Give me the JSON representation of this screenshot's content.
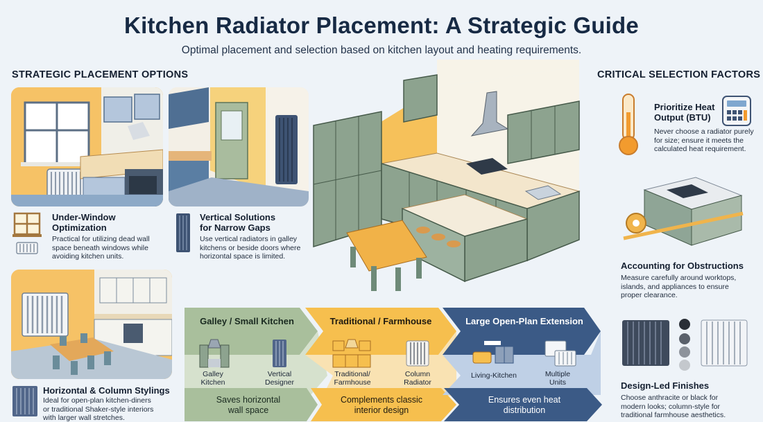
{
  "header": {
    "title": "Kitchen Radiator Placement: A Strategic Guide",
    "subtitle": "Optimal placement and selection based on kitchen layout and heating requirements."
  },
  "left": {
    "heading": "STRATEGIC PLACEMENT OPTIONS",
    "items": [
      {
        "title_1": "Under-Window",
        "title_2": "Optimization",
        "desc_1": "Practical for utilizing dead wall",
        "desc_2": "space beneath windows while",
        "desc_3": "avoiding kitchen units."
      },
      {
        "title_1": "Vertical Solutions",
        "title_2": "for Narrow Gaps",
        "desc_1": "Use vertical radiators in galley",
        "desc_2": "kitchens or beside doors where",
        "desc_3": "horizontal space is limited."
      },
      {
        "title_1": "Horizontal & Column Stylings",
        "desc_1": "Ideal for open-plan kitchen-diners",
        "desc_2": "or traditional Shaker-style interiors",
        "desc_3": "with larger wall stretches."
      }
    ]
  },
  "right": {
    "heading": "CRITICAL SELECTION FACTORS",
    "items": [
      {
        "title_1": "Prioritize Heat",
        "title_2": "Output (BTU)",
        "desc_1": "Never choose a radiator purely",
        "desc_2": "for size; ensure it meets the",
        "desc_3": "calculated heat requirement."
      },
      {
        "title_1": "Accounting for Obstructions",
        "desc_1": "Measure carefully around worktops,",
        "desc_2": "islands, and appliances to ensure",
        "desc_3": "proper clearance."
      },
      {
        "title_1": "Design-Led Finishes",
        "desc_1": "Choose anthracite or black for",
        "desc_2": "modern looks; column-style for",
        "desc_3": "traditional farmhouse aesthetics."
      }
    ]
  },
  "bands": [
    {
      "title": "Galley / Small Kitchen",
      "label_a_1": "Galley",
      "label_a_2": "Kitchen",
      "label_b_1": "Vertical",
      "label_b_2": "Designer",
      "foot_1": "Saves horizontal",
      "foot_2": "wall space"
    },
    {
      "title": "Traditional / Farmhouse",
      "label_a_1": "Traditional/",
      "label_a_2": "Farmhouse",
      "label_b_1": "Column",
      "label_b_2": "Radiator",
      "foot_1": "Complements classic",
      "foot_2": "interior design"
    },
    {
      "title": "Large Open-Plan Extension",
      "label_a_1": "Living-Kitchen",
      "label_b_1": "Multiple",
      "label_b_2": "Units",
      "foot_1": "Ensures even heat",
      "foot_2": "distribution"
    }
  ],
  "colors": {
    "accent_yellow": "#f6bf4e",
    "sage": "#8fa390",
    "navy": "#3b5a86",
    "text_dark": "#172a44"
  }
}
